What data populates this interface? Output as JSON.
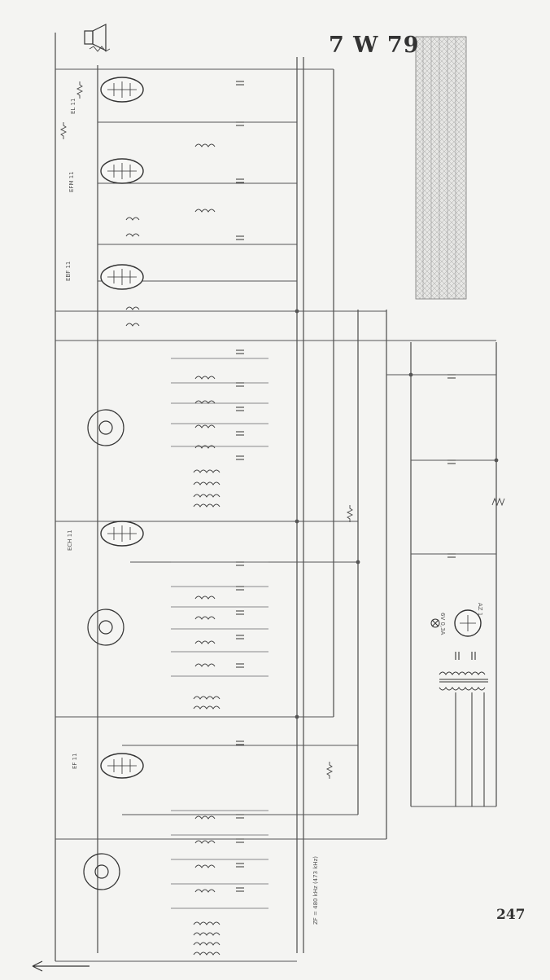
{
  "model": "7 W 79",
  "page_number": "247",
  "tubes": {
    "output": "EL 11",
    "af_preamp": "EFM 11",
    "if_amp": "EBF 11",
    "mixer": "ECH 11",
    "rf_amp": "EF 11",
    "rectifier": "AZ 1"
  },
  "if_note": "ZF = 480 kHz (473 kHz)",
  "dial_lamp": "6V 0,3A"
}
